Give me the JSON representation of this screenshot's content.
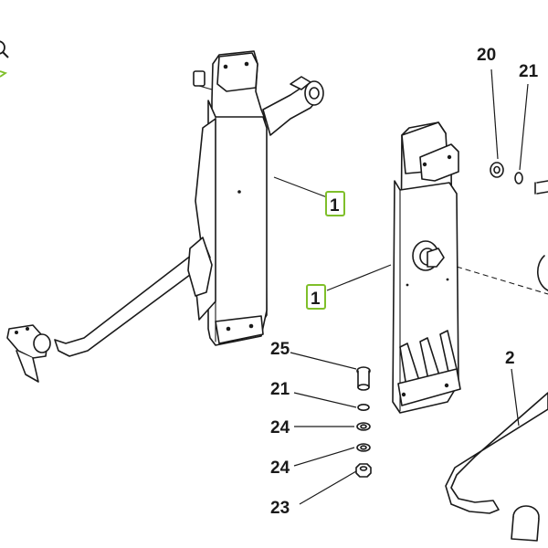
{
  "callouts": {
    "c20": "20",
    "c21_top": "21",
    "c1_left": "1",
    "c1_right": "1",
    "c2": "2",
    "c25": "25",
    "c21_mid": "21",
    "c24_a": "24",
    "c24_b": "24",
    "c23": "23"
  },
  "colors": {
    "highlight": "#7fbf2a",
    "line": "#1a1a1a"
  },
  "icons": {
    "zoom": "magnifier-icon"
  }
}
